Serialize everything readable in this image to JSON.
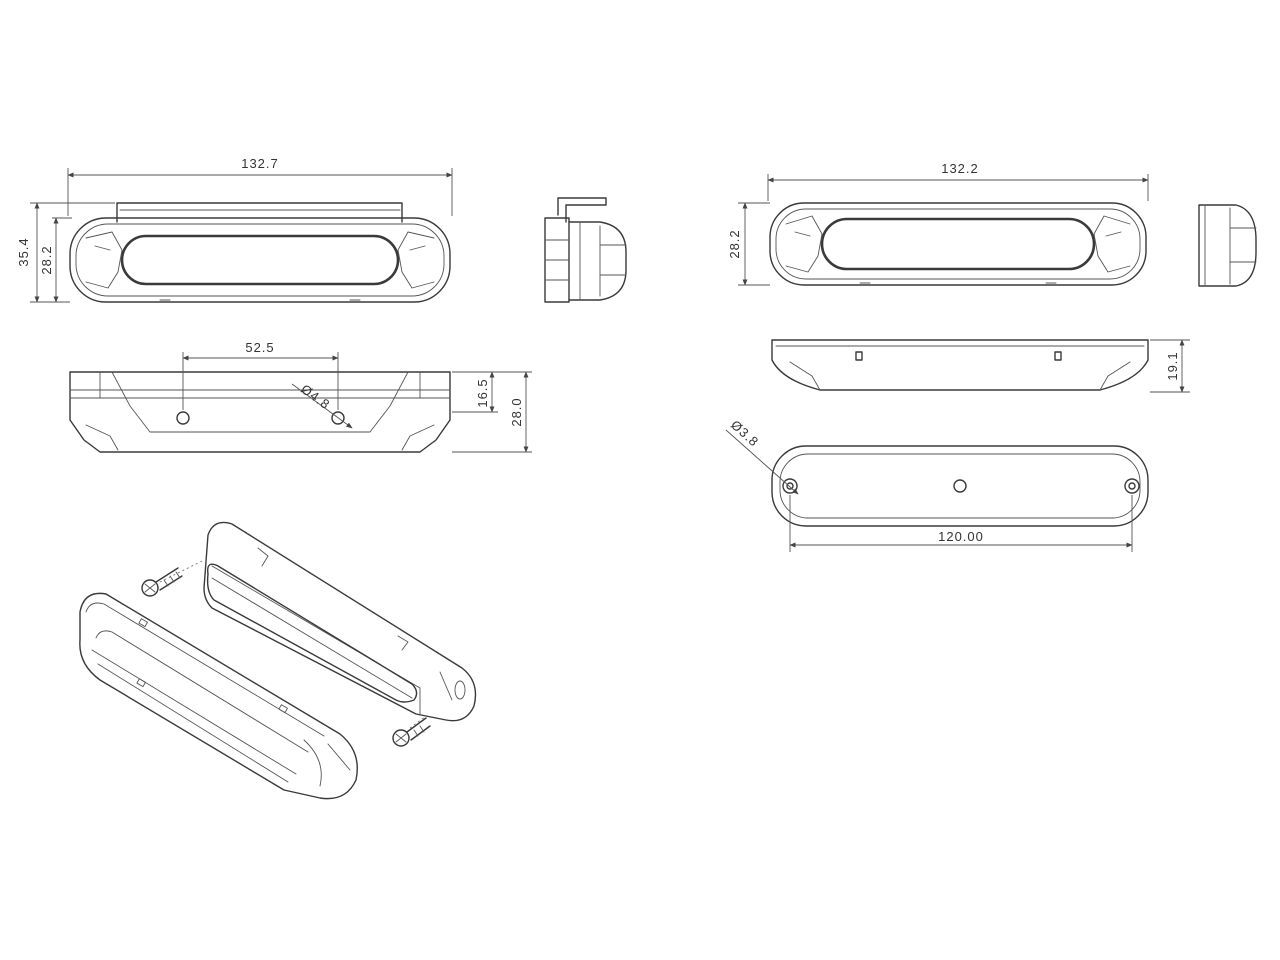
{
  "front_view_left": {
    "width_label": "132.7",
    "height_outer_label": "35.4",
    "height_inner_label": "28.2"
  },
  "bottom_view_left": {
    "hole_spacing_label": "52.5",
    "hole_diameter_label": "Ø4.8",
    "depth_mid_label": "16.5",
    "depth_total_label": "28.0"
  },
  "front_view_right": {
    "width_label": "132.2",
    "height_label": "28.2"
  },
  "top_view_right": {
    "depth_label": "19.1"
  },
  "back_view_right": {
    "hole_diameter_label": "Ø3.8",
    "hole_spacing_label": "120.00"
  }
}
